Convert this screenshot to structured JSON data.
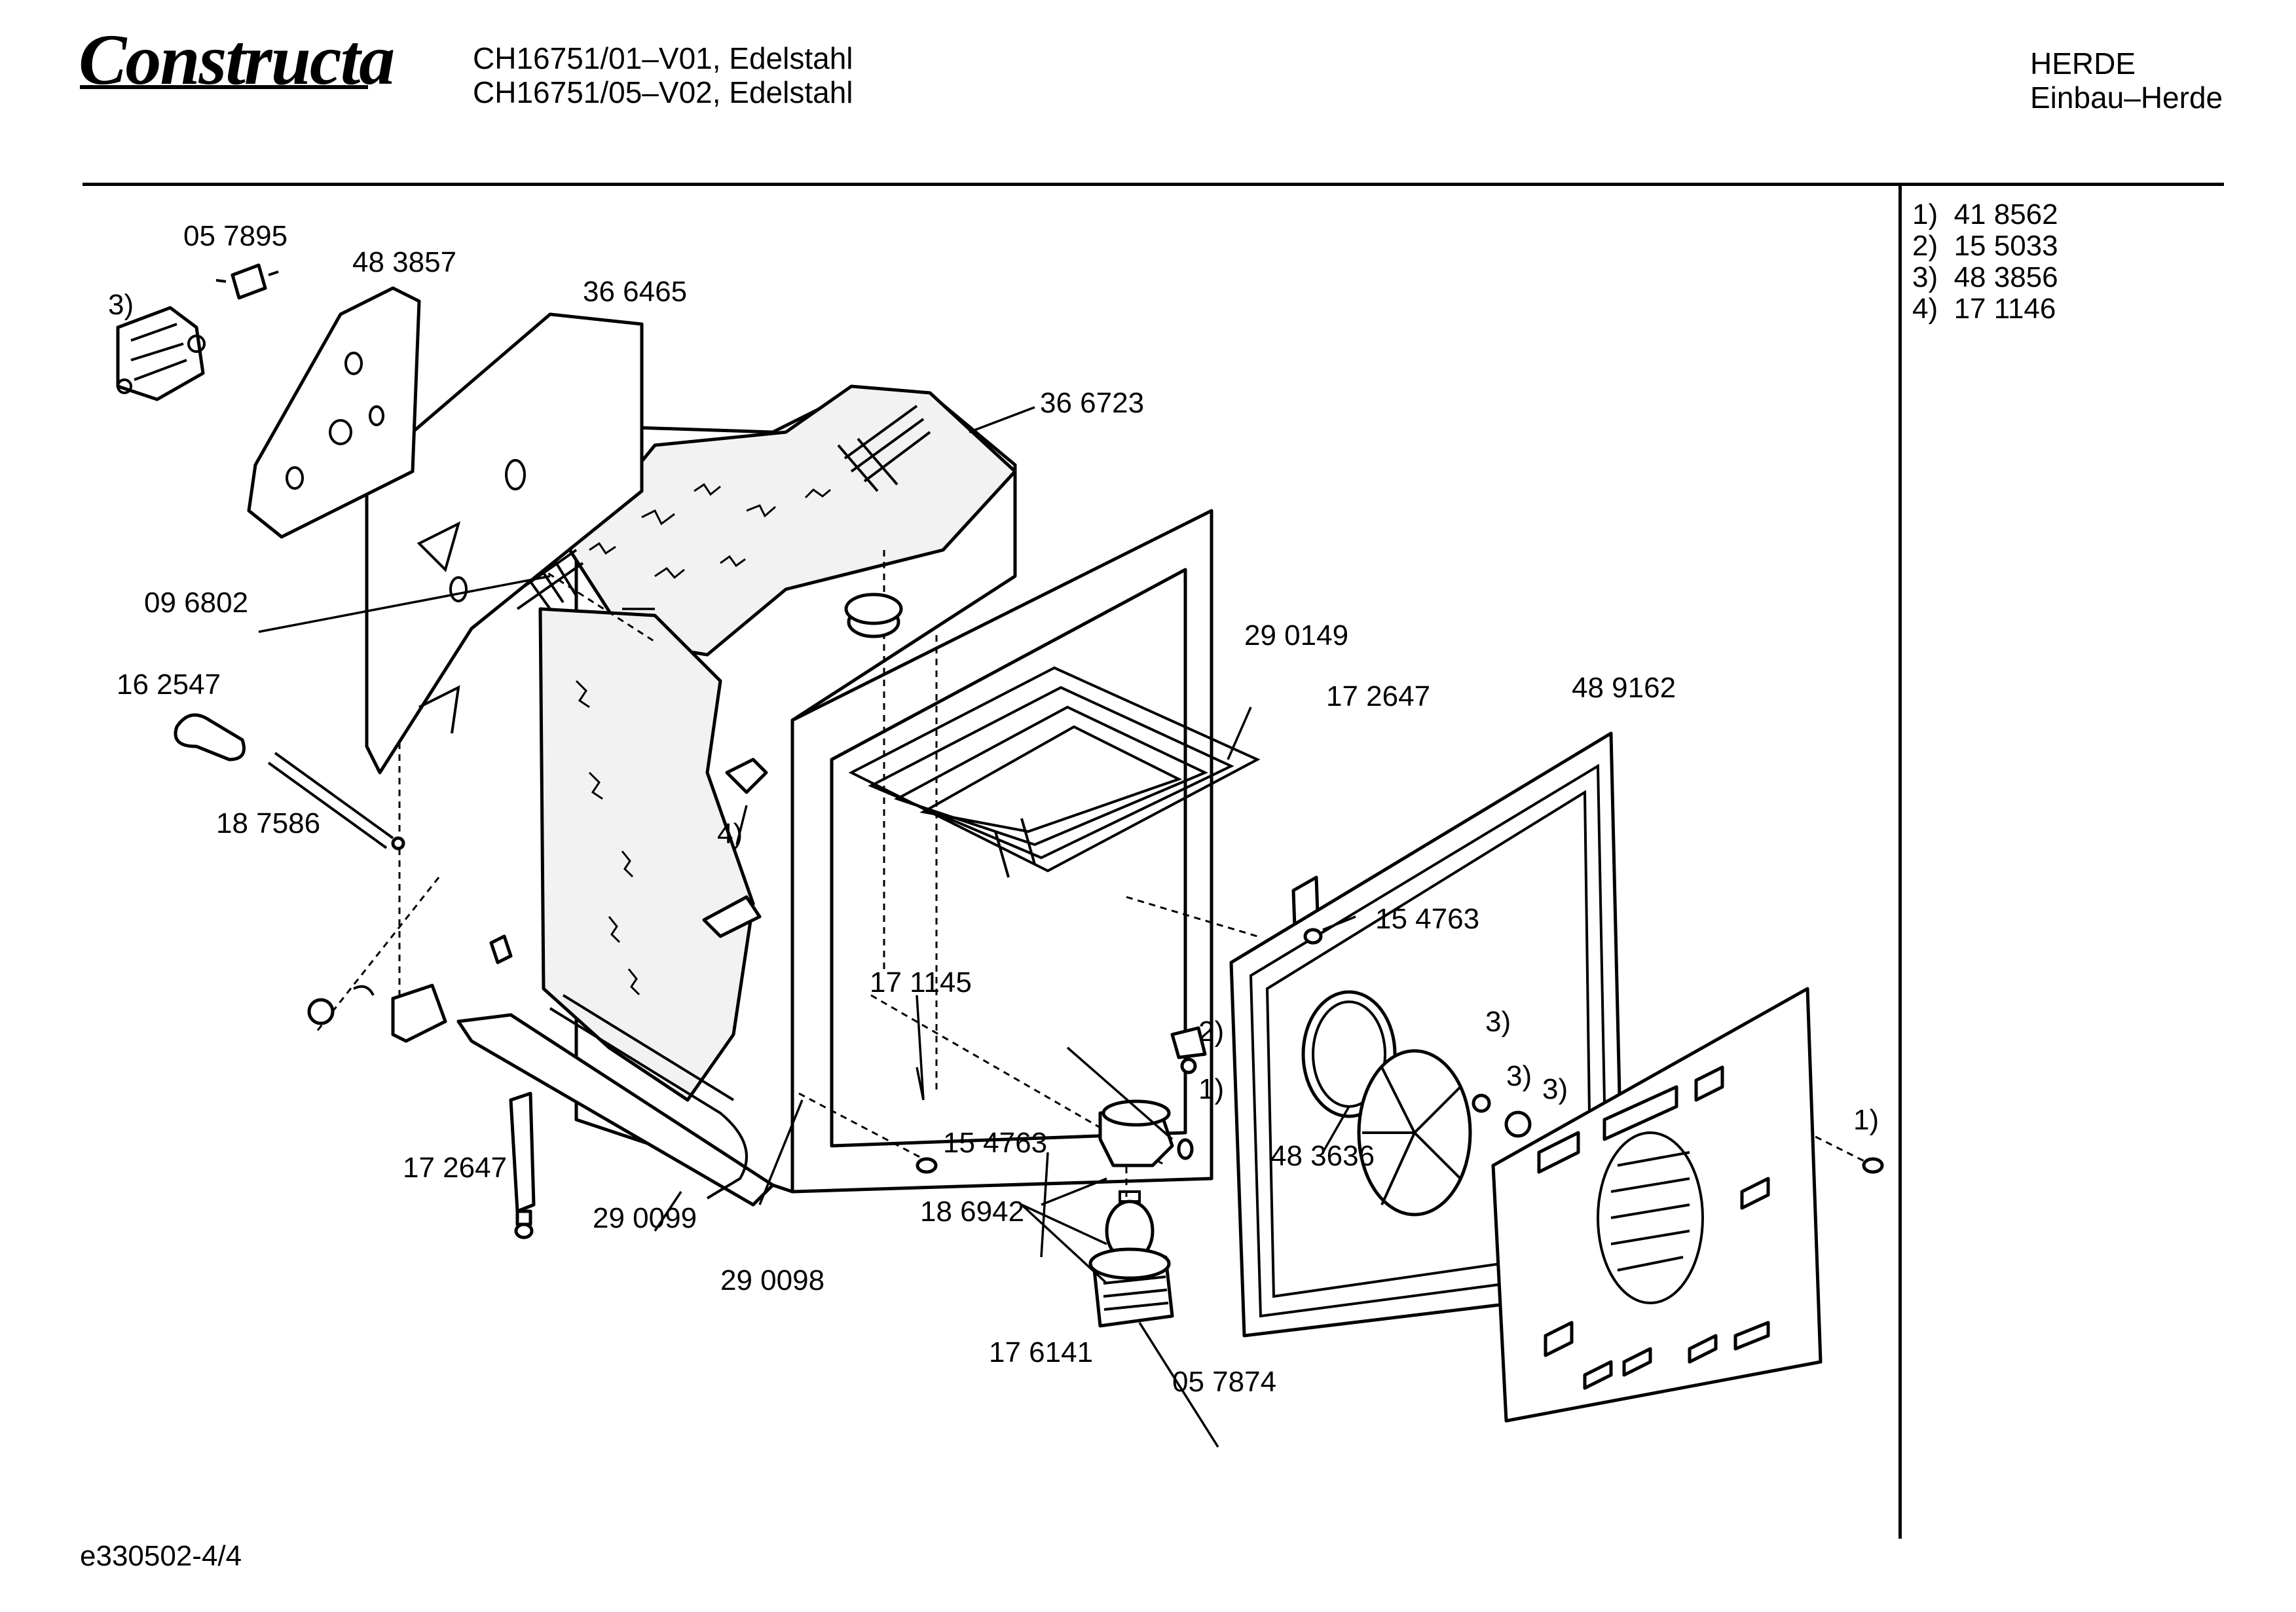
{
  "header": {
    "brand": "Constructa",
    "model_line_1": "CH16751/01–V01, Edelstahl",
    "model_line_2": "CH16751/05–V02, Edelstahl",
    "category": "HERDE",
    "subcategory": "Einbau–Herde"
  },
  "footnotes": [
    "1)  41 8562",
    "2)  15 5033",
    "3)  48 3856",
    "4)  17 1146"
  ],
  "document_id": "e330502-4/4",
  "part_labels": {
    "p057895": "05 7895",
    "p483857": "48 3857",
    "ref3_top": "3)",
    "p366465": "36 6465",
    "p366723": "36 6723",
    "p096802": "09 6802",
    "p162547": "16 2547",
    "p187586": "18 7586",
    "ref4": "4)",
    "p290149": "29 0149",
    "p172647_right": "17 2647",
    "p489162": "48 9162",
    "p154763_right": "15 4763",
    "p171145": "17 1145",
    "ref2": "2)",
    "ref1_center": "1)",
    "ref3_fan": "3)",
    "ref3_ring_a": "3)",
    "ref3_ring_b": "3)",
    "p154763_bottom": "15 4763",
    "p483636": "48 3636",
    "ref1_right": "1)",
    "p172647_left": "17 2647",
    "p290099": "29 0099",
    "p290098": "29 0098",
    "p186942": "18 6942",
    "p176141": "17 6141",
    "p057874": "05 7874"
  }
}
